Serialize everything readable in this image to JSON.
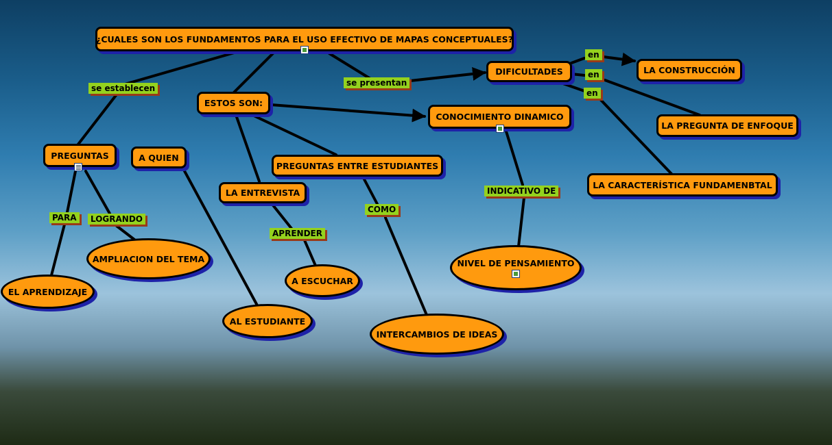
{
  "concepts": {
    "question": "¿CUALES SON LOS FUNDAMENTOS PARA EL USO EFECTIVO DE MAPAS CONCEPTUALES?",
    "dificultades": "DIFICULTADES",
    "construccion": "LA CONSTRUCCIÓN",
    "pregunta_enfoque": "LA PREGUNTA DE ENFOQUE",
    "caracteristica": "LA CARACTERÍSTICA FUNDAMENBTAL",
    "estos_son": "ESTOS SON:",
    "conocimiento": "CONOCIMIENTO DINAMICO",
    "preguntas": "PREGUNTAS",
    "a_quien": "A QUIEN",
    "preguntas_entre": "PREGUNTAS ENTRE ESTUDIANTES",
    "entrevista": "LA ENTREVISTA",
    "ampliacion": "AMPLIACION DEL TEMA",
    "aprendizaje": "EL APRENDIZAJE",
    "a_escuchar": "A ESCUCHAR",
    "al_estudiante": "AL ESTUDIANTE",
    "intercambios": "INTERCAMBIOS DE IDEAS",
    "nivel": "NIVEL DE PENSAMIENTO"
  },
  "links": {
    "se_establecen": "se establecen",
    "se_presentan": "se presentan",
    "en1": "en",
    "en2": "en",
    "en3": "en",
    "para": "PARA",
    "logrando": "LOGRANDO",
    "aprender": "APRENDER",
    "como": "COMO",
    "indicativo": "INDICATIVO DE"
  },
  "icons": [
    "image-icon",
    "document-icon"
  ],
  "colors": {
    "concept_fill": "#ff9a0e",
    "concept_shadow": "#1e22a8",
    "link_label_fill": "#94d21e",
    "link_label_shadow": "#9a3a18"
  }
}
